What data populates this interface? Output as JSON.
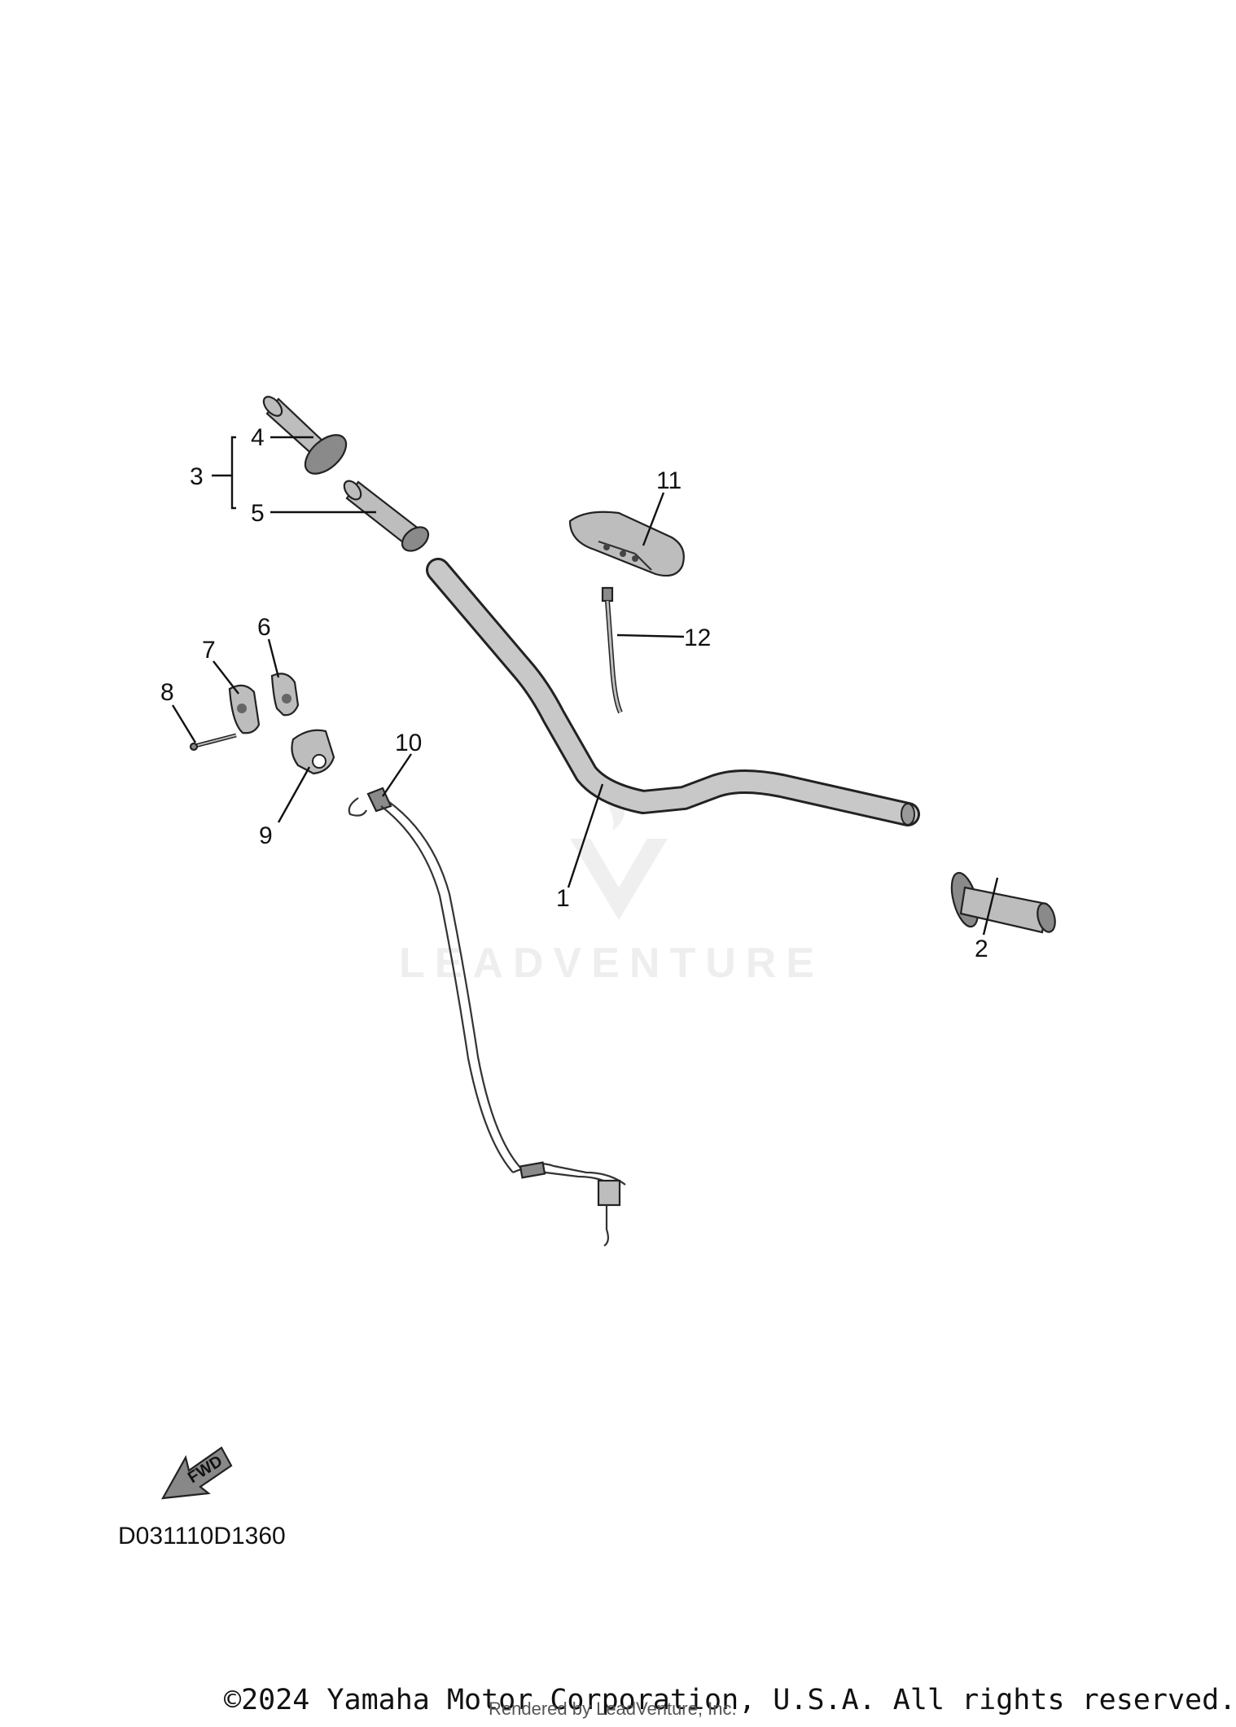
{
  "diagram": {
    "callouts": {
      "c1": "1",
      "c2": "2",
      "c3": "3",
      "c4": "4",
      "c5": "5",
      "c6": "6",
      "c7": "7",
      "c8": "8",
      "c9": "9",
      "c10": "10",
      "c11": "11",
      "c12": "12"
    },
    "fwd_arrow_label": "FWD",
    "watermark": "LEADVENTURE",
    "diagram_code": "D031110D1360",
    "copyright": "©2024 Yamaha Motor Corporation, U.S.A. All rights reserved.",
    "rendered_by": "Rendered by LeadVenture, Inc."
  }
}
